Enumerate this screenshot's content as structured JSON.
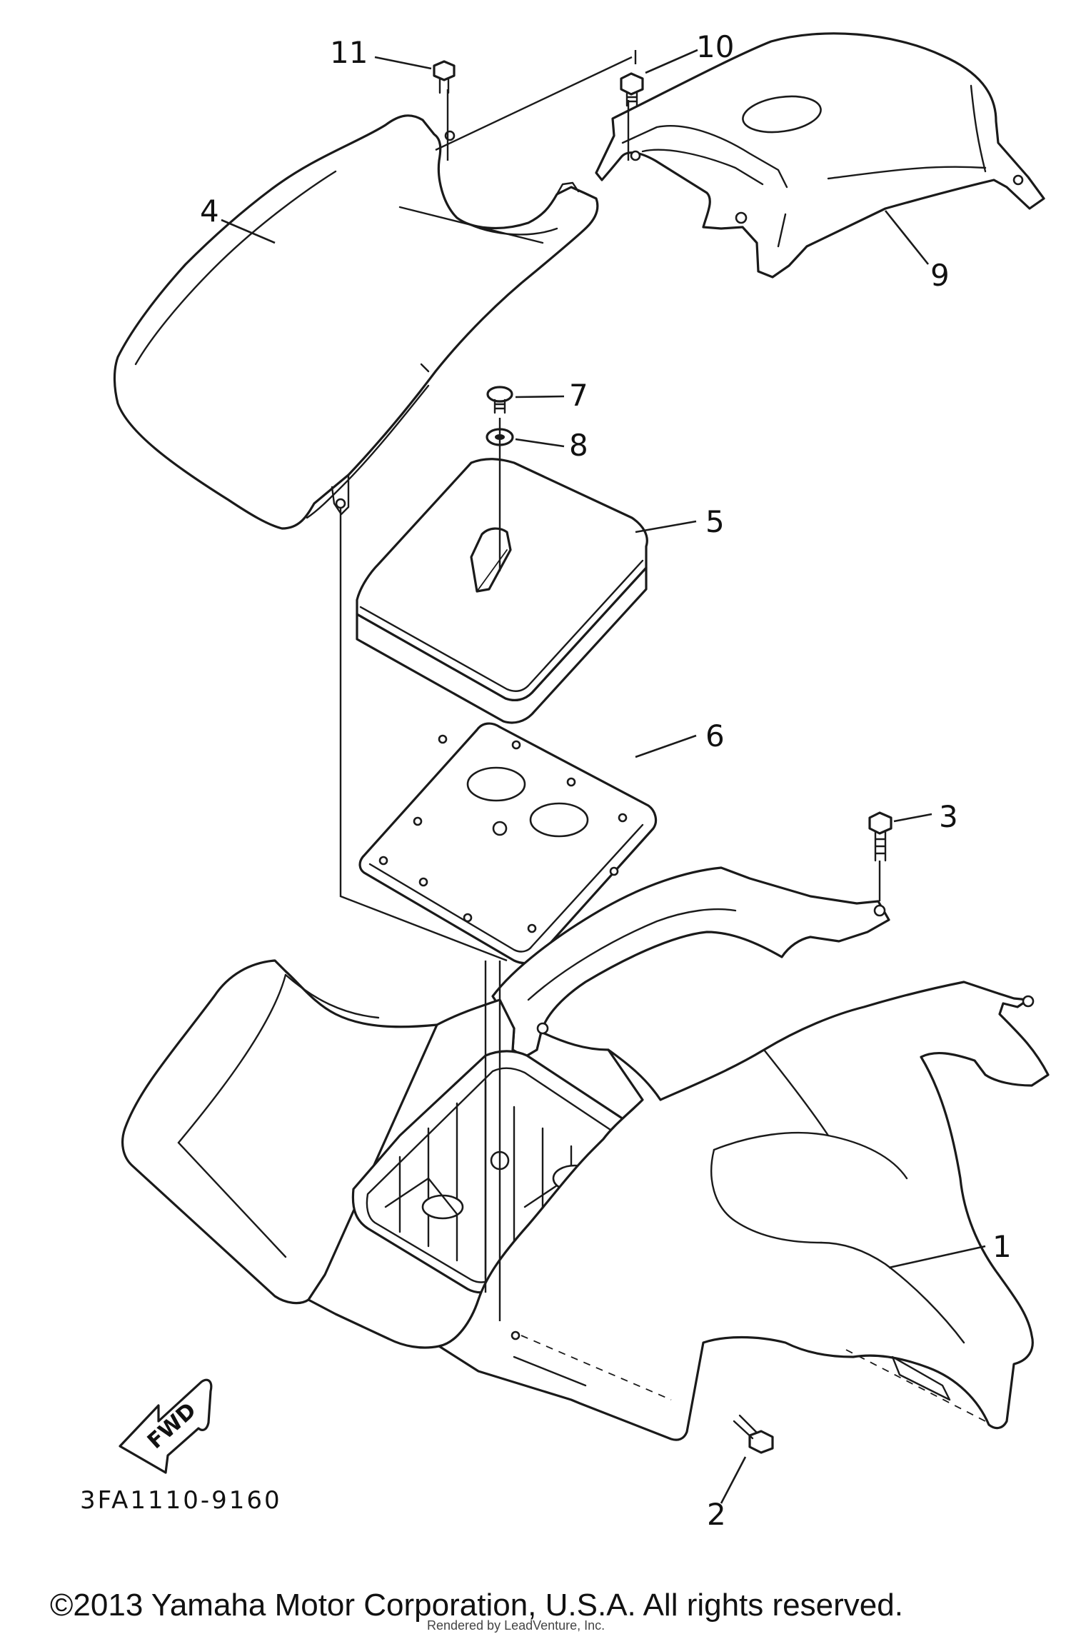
{
  "diagram": {
    "callouts": [
      {
        "id": "1",
        "label": "1"
      },
      {
        "id": "2",
        "label": "2"
      },
      {
        "id": "3",
        "label": "3"
      },
      {
        "id": "4",
        "label": "4"
      },
      {
        "id": "5",
        "label": "5"
      },
      {
        "id": "6",
        "label": "6"
      },
      {
        "id": "7",
        "label": "7"
      },
      {
        "id": "8",
        "label": "8"
      },
      {
        "id": "9",
        "label": "9"
      },
      {
        "id": "10",
        "label": "10"
      },
      {
        "id": "11",
        "label": "11"
      }
    ],
    "direction_arrow": "FWD",
    "diagram_code": "3FA1110-9160",
    "copyright": "©2013 Yamaha Motor Corporation, U.S.A. All rights reserved.",
    "rendered_by": "Rendered by LeadVenture, Inc."
  }
}
